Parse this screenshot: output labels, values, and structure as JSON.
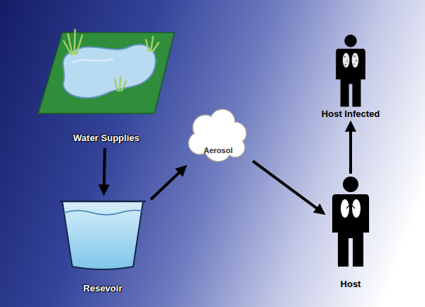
{
  "diagram": {
    "nodes": [
      {
        "text": [
          "Water Supplies"
        ]
      },
      {
        "text": [
          "Resevoir"
        ]
      },
      {
        "text": [
          "Aerosol"
        ]
      },
      {
        "text": [
          "Host"
        ]
      },
      {
        "text": [
          "Host Infected"
        ]
      }
    ],
    "edges": [
      {
        "from": 0,
        "to": 1,
        "arrow": "to"
      },
      {
        "from": 1,
        "to": 2,
        "arrow": "to"
      },
      {
        "from": 2,
        "to": 3,
        "arrow": "to"
      },
      {
        "from": 3,
        "to": 4,
        "arrow": "to"
      }
    ]
  }
}
